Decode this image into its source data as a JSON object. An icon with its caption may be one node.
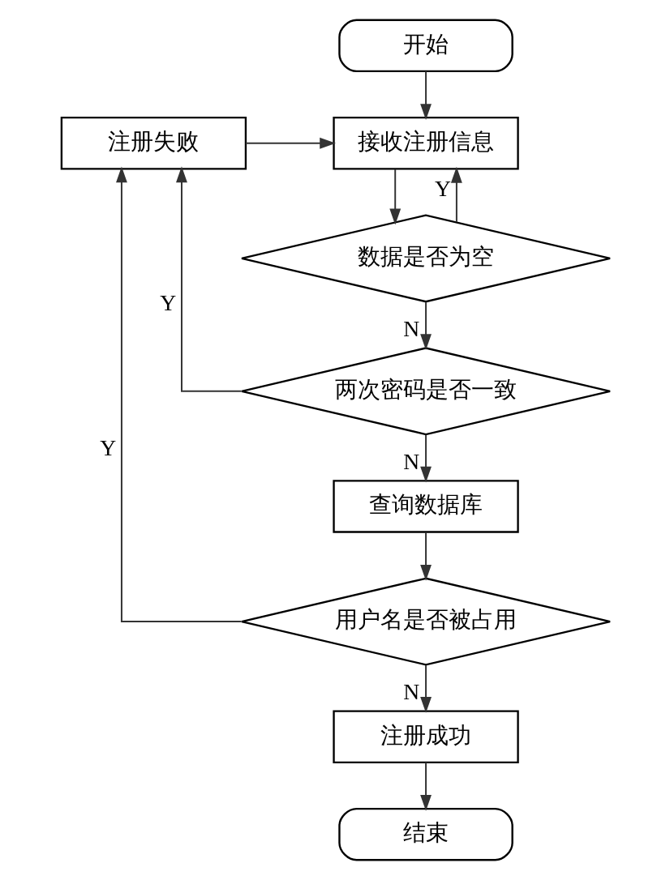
{
  "diagram": {
    "nodes": [
      {
        "text": [
          "开始"
        ]
      },
      {
        "text": [
          "注册失败"
        ]
      },
      {
        "text": [
          "接收注册信息"
        ]
      },
      {
        "text": [
          "数据是否为空"
        ]
      },
      {
        "text": [
          "两次密码是否一致"
        ]
      },
      {
        "text": [
          "查询数据库"
        ]
      },
      {
        "text": [
          "用户名是否被占用"
        ]
      },
      {
        "text": [
          "注册成功"
        ]
      },
      {
        "text": [
          "结束"
        ]
      }
    ],
    "edges": [
      {
        "from": 0,
        "to": 2,
        "arrow": "to"
      },
      {
        "from": 1,
        "to": 2,
        "arrow": "to"
      },
      {
        "from": 3,
        "to": 2,
        "arrow": "to",
        "label": "Y"
      },
      {
        "from": 2,
        "to": 3,
        "arrow": "to"
      },
      {
        "from": 3,
        "to": 4,
        "arrow": "to",
        "label": "N"
      },
      {
        "from": 4,
        "to": 1,
        "arrow": "to",
        "label": "Y"
      },
      {
        "from": 4,
        "to": 5,
        "arrow": "to",
        "label": "N"
      },
      {
        "from": 5,
        "to": 6,
        "arrow": "to"
      },
      {
        "from": 6,
        "to": 1,
        "arrow": "to",
        "label": "Y"
      },
      {
        "from": 6,
        "to": 7,
        "arrow": "to",
        "label": "N"
      },
      {
        "from": 7,
        "to": 8,
        "arrow": "to"
      }
    ]
  }
}
